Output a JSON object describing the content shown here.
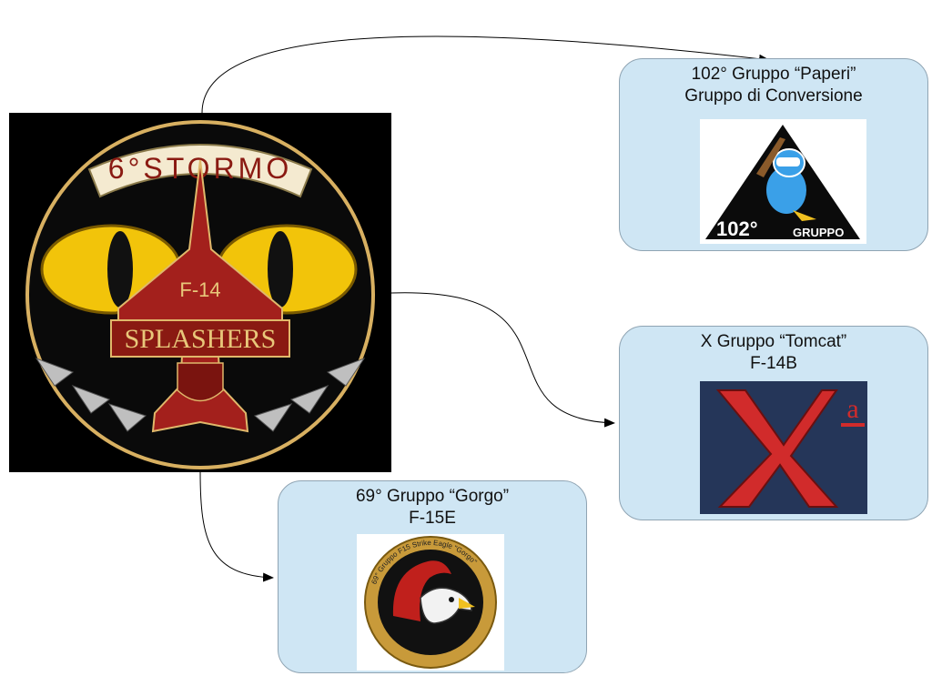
{
  "diagram": {
    "root": {
      "id": "6-stormo",
      "emblem": {
        "arc_text": "6°STORMO",
        "center_text": "F-14",
        "banner_text": "SPLASHERS"
      }
    },
    "nodes": [
      {
        "id": "102-gruppo",
        "title_line1": "102° Gruppo “Paperi”",
        "title_line2": "Gruppo di Conversione",
        "emblem": {
          "text": "102°",
          "sub_text": "GRUPPO"
        }
      },
      {
        "id": "x-gruppo",
        "title_line1": "X Gruppo “Tomcat”",
        "title_line2": "F-14B",
        "emblem": {
          "text": "X",
          "sup_text": "a"
        }
      },
      {
        "id": "69-gruppo",
        "title_line1": "69° Gruppo “Gorgo”",
        "title_line2": "F-15E",
        "emblem": {
          "ring_text": "69° Gruppo F15 Strike Eagle \"Gorgo\""
        }
      }
    ],
    "edges": [
      {
        "from": "6-stormo",
        "to": "102-gruppo"
      },
      {
        "from": "6-stormo",
        "to": "x-gruppo"
      },
      {
        "from": "6-stormo",
        "to": "69-gruppo"
      }
    ]
  },
  "colors": {
    "node_fill": "#cfe6f4",
    "node_border": "#8fa4b3",
    "emblem_red": "#a3201c",
    "eye_yellow": "#f2c40a"
  }
}
